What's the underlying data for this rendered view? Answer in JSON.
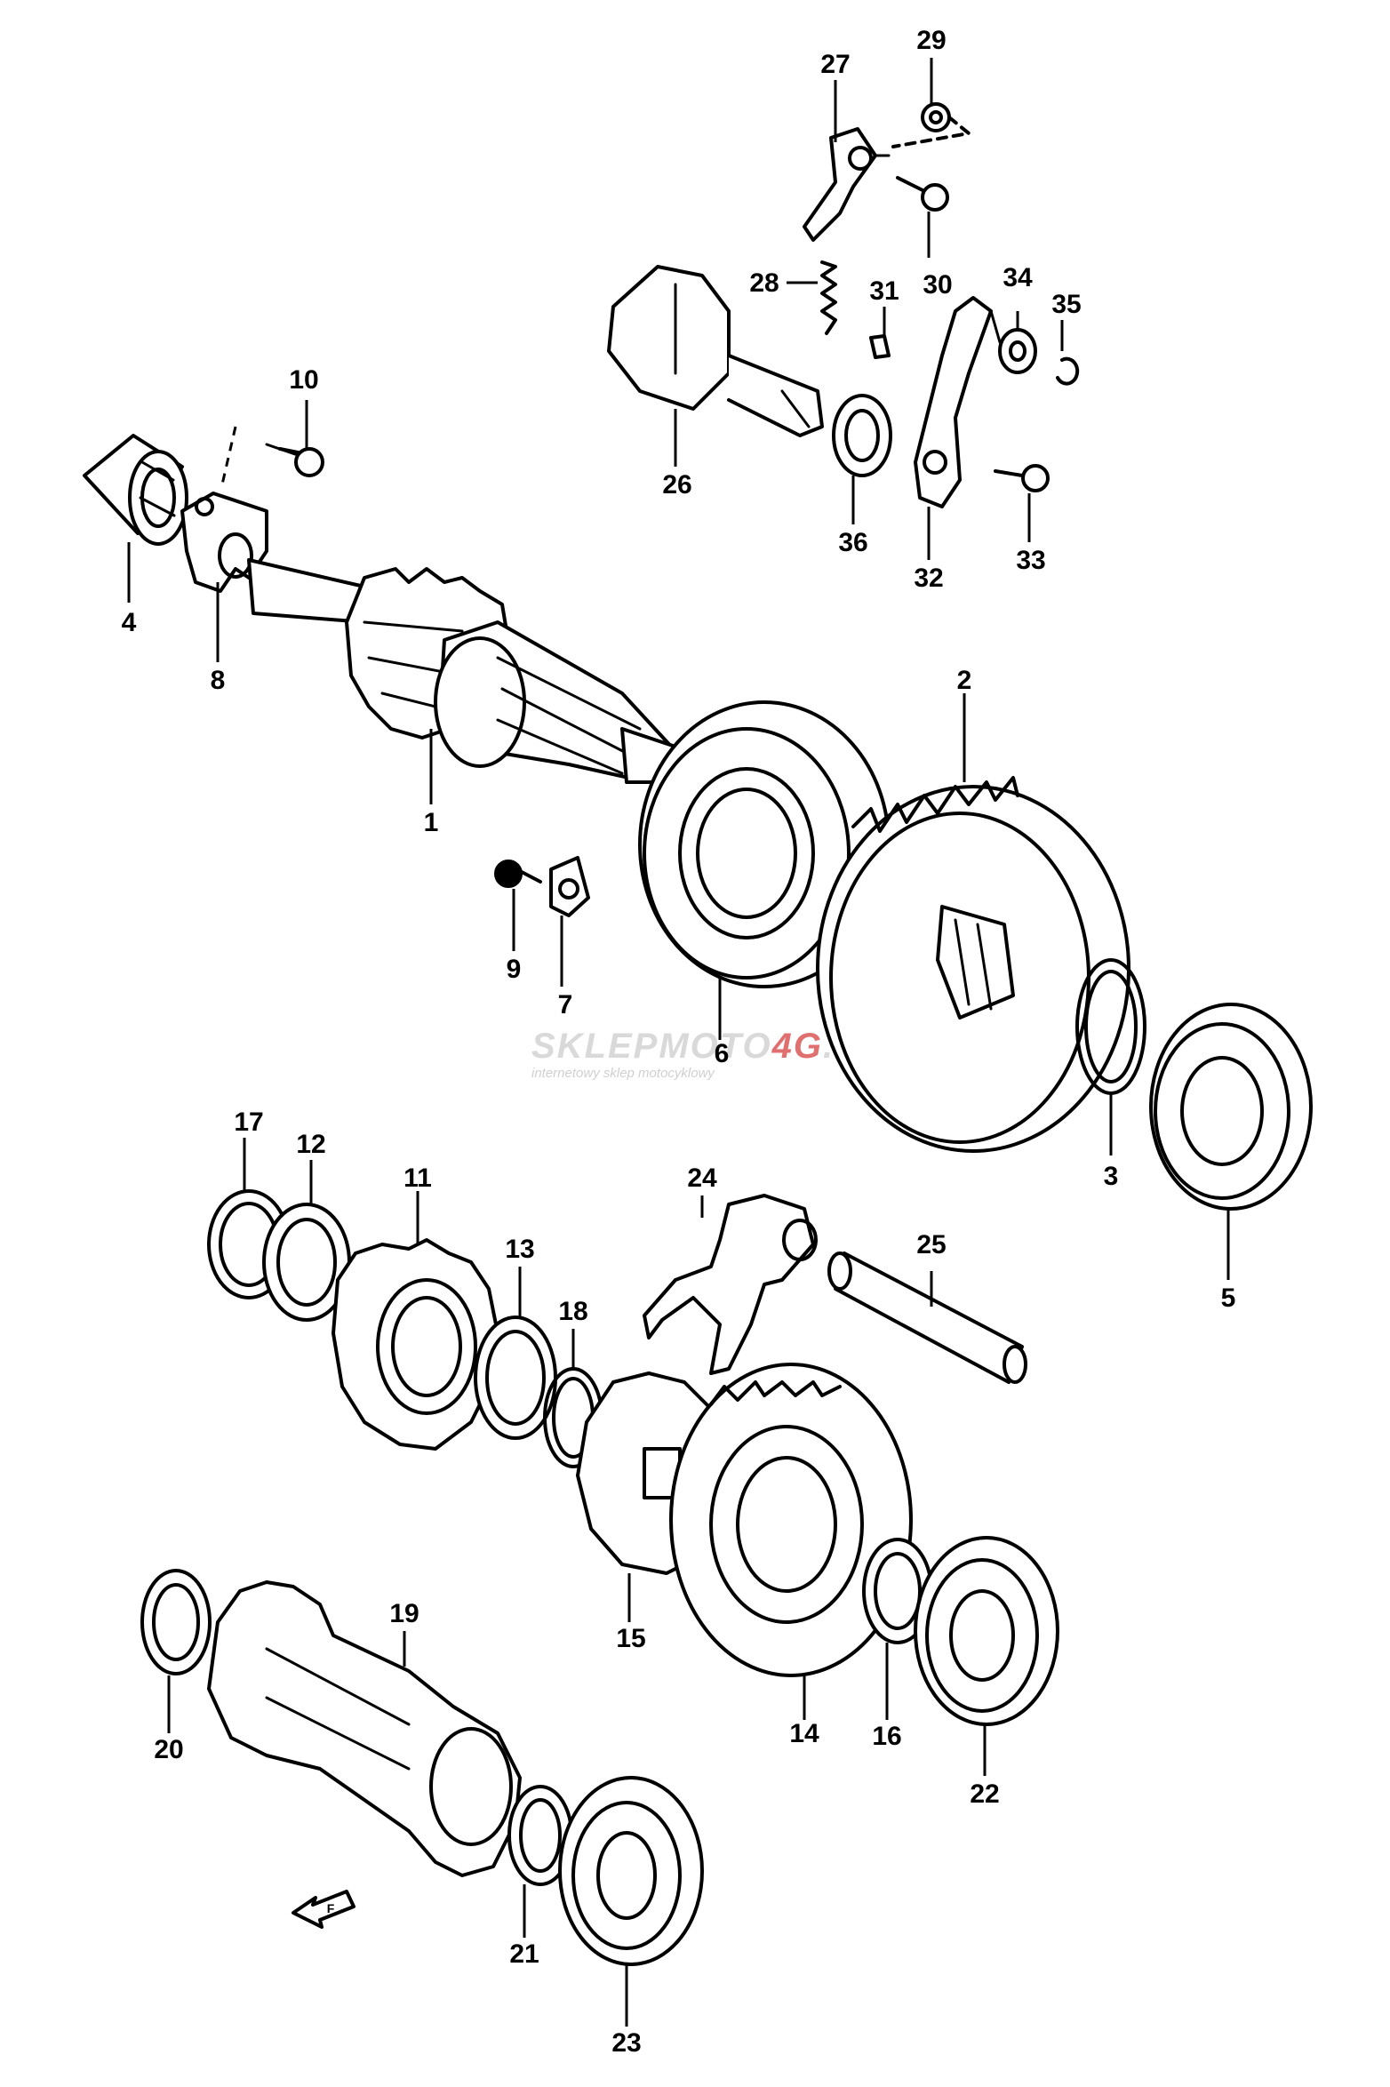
{
  "watermark": {
    "brand_a": "SKLEPMOTO",
    "brand_b": "4G",
    "brand_c": ".PL",
    "tagline": "internetowy sklep motocyklowy"
  },
  "callouts": {
    "c1": "1",
    "c2": "2",
    "c3": "3",
    "c4": "4",
    "c5": "5",
    "c6": "6",
    "c7": "7",
    "c8": "8",
    "c9": "9",
    "c10": "10",
    "c11": "11",
    "c12": "12",
    "c13": "13",
    "c14": "14",
    "c15": "15",
    "c16": "16",
    "c17": "17",
    "c18": "18",
    "c19": "19",
    "c20": "20",
    "c21": "21",
    "c22": "22",
    "c23": "23",
    "c24": "24",
    "c25": "25",
    "c26": "26",
    "c27": "27",
    "c28": "28",
    "c29": "29",
    "c30": "30",
    "c31": "31",
    "c32": "32",
    "c33": "33",
    "c34": "34",
    "c35": "35",
    "c36": "36"
  },
  "direction_arrow_label": "F",
  "colors": {
    "line": "#000000",
    "background": "#ffffff",
    "watermark_gray": "#d9d9d9",
    "watermark_red": "#e07070"
  }
}
